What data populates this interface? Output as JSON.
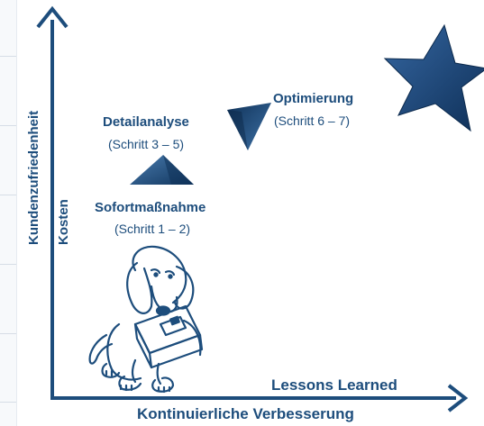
{
  "axes": {
    "y_label_1": "Kundenzufriedenheit",
    "y_label_2": "Kosten",
    "x_label_1": "Lessons Learned",
    "x_label_2": "Kontinuierliche Verbesserung"
  },
  "stages": [
    {
      "title": "Sofortmaßnahme",
      "subtitle": "(Schritt 1 – 2)"
    },
    {
      "title": "Detailanalyse",
      "subtitle": "(Schritt 3 – 5)"
    },
    {
      "title": "Optimierung",
      "subtitle": "(Schritt 6 – 7)"
    }
  ],
  "colors": {
    "accent": "#1d4d7c",
    "shape_dark": "#123a64",
    "shape_light": "#3d6fa0"
  },
  "icons": [
    "triangle-up-icon",
    "triangle-down-icon",
    "star-icon",
    "basset-hound-illustration"
  ]
}
